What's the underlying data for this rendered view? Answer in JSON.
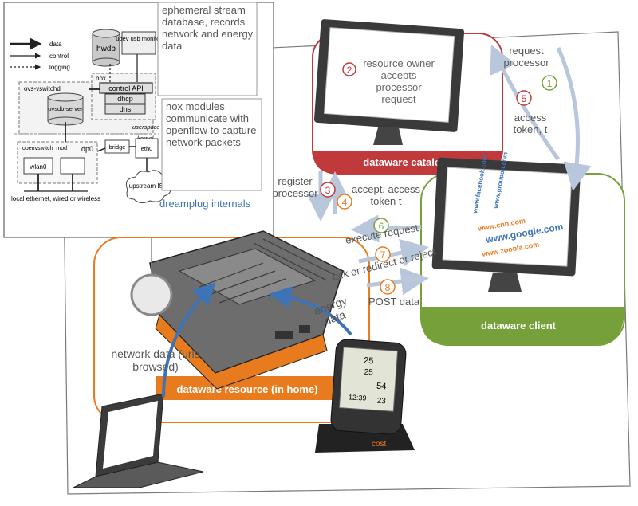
{
  "inset": {
    "caption": "dreamplug internals",
    "legend": {
      "data": "data",
      "control": "control",
      "logging": "logging"
    },
    "hwdb": "hwdb",
    "udev": "udev usb monitor",
    "ovs_vswitchd": "ovs-vswitchd",
    "ovsdb_server": "ovsdb-server",
    "nox": "nox",
    "control_api": "control API",
    "dhcp": "dhcp",
    "dns": "dns",
    "userspace": "userspace",
    "kernel": "kernel",
    "openvswitch_mod": "openvswitch_mod",
    "dp0": "dp0",
    "bridge": "bridge",
    "eth0": "eth0",
    "wlan0": "wlan0",
    "ellipsis": "...",
    "upstream_isp": "upstream ISP",
    "local_net": "local ethernet, wired or wireless",
    "note1": "ephemeral stream database, records network and energy data",
    "note2": "nox modules communicate with openflow to capture network packets"
  },
  "catalog": {
    "label": "dataware catalog",
    "screen_text": "resource owner accepts processor request",
    "step": "2"
  },
  "client": {
    "label": "dataware client",
    "urls": [
      "www.cnn.com",
      "www.google.com",
      "www.zoopla.com",
      "www.facebook.com",
      "www.groupon.com"
    ]
  },
  "resource": {
    "label": "dataware resource (in home)"
  },
  "flows": {
    "s1": {
      "num": "1",
      "text": "request processor"
    },
    "s5": {
      "num": "5",
      "text": "access token, t"
    },
    "s3": {
      "num": "3",
      "text": "register processor"
    },
    "s4": {
      "num": "4",
      "text": "accept, access token t"
    },
    "s6": {
      "num": "6",
      "text": "execute request"
    },
    "s7": {
      "num": "7",
      "text": "ack or redirect or reject"
    },
    "s8": {
      "num": "8",
      "text": "POST data"
    }
  },
  "labels": {
    "network_data": "network data (urls browsed)",
    "energy_data": "energy data"
  },
  "meter": {
    "r1": "25",
    "r2": "25",
    "r3": "54",
    "r4": "12:39",
    "r5": "23",
    "brand": "cost"
  },
  "colors": {
    "catalog": "#c0393b",
    "client": "#76a13a",
    "resource": "#e87b1e",
    "blue": "#3e74b6",
    "arrow": "#b8c7db"
  }
}
